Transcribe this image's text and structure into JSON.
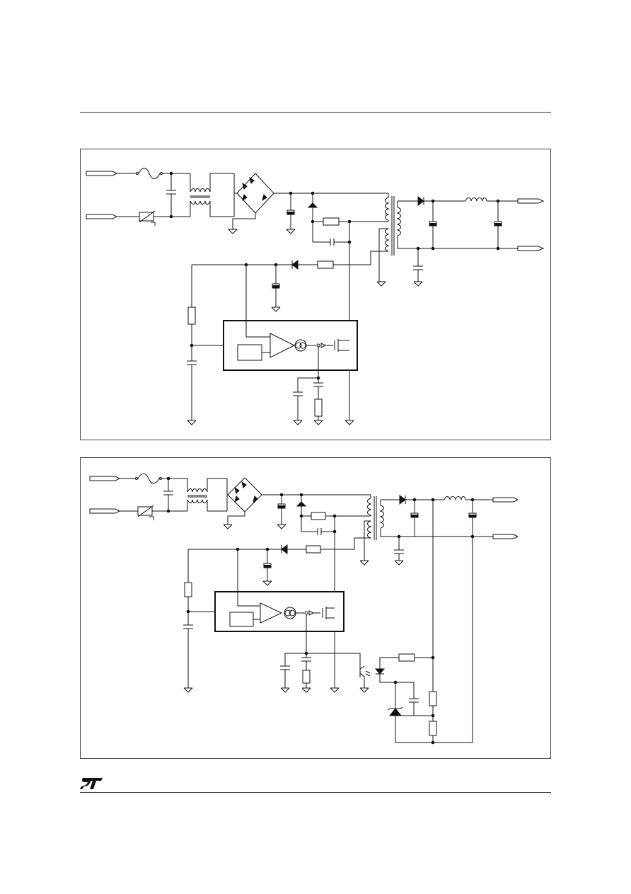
{
  "figures": [
    {
      "id": "figure-1"
    },
    {
      "id": "figure-2"
    }
  ],
  "logo": {
    "name": "st-logo"
  }
}
